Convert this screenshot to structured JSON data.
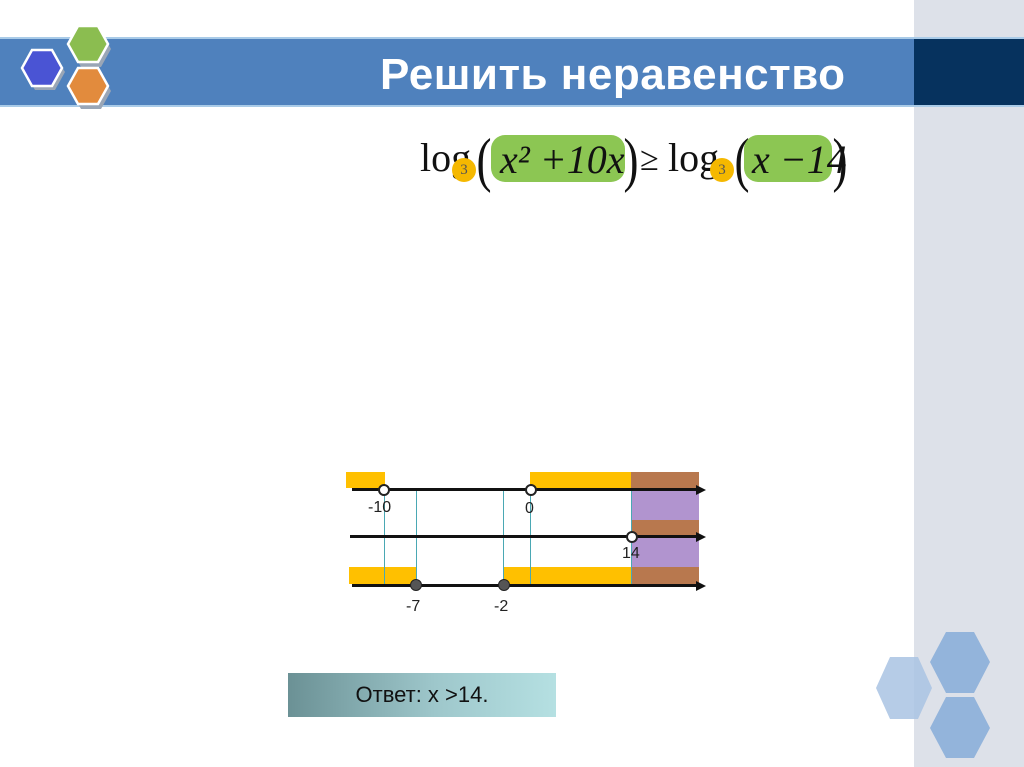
{
  "slide": {
    "title": "Решить неравенство"
  },
  "inequality": {
    "left_log": "log",
    "left_base": "3",
    "left_argument": "x² +10x",
    "relation": "≥",
    "right_log": "log",
    "right_base": "3",
    "right_argument": "x −14",
    "open_paren": "(",
    "close_paren": ")"
  },
  "number_lines": {
    "line1": {
      "points": [
        {
          "label": "-10",
          "type": "open"
        },
        {
          "label": "0",
          "type": "open"
        }
      ]
    },
    "line2": {
      "points": [
        {
          "label": "14",
          "type": "open"
        }
      ]
    },
    "line3": {
      "points": [
        {
          "label": "-7",
          "type": "closed"
        },
        {
          "label": "-2",
          "type": "closed"
        }
      ]
    }
  },
  "answer": {
    "text": "Ответ:  x >14."
  },
  "colors": {
    "title_band": "#4f81bd",
    "title_band_dark": "#06325e",
    "hex_blue": "#4a54d4",
    "hex_green": "#8bbd50",
    "hex_orange": "#e28b3d",
    "highlight_green": "#8cc653",
    "base_yellow": "#f5b800",
    "interval_yellow": "#ffc000",
    "solution_purple": "#b194cf",
    "overlap_brown": "#b8784e"
  }
}
